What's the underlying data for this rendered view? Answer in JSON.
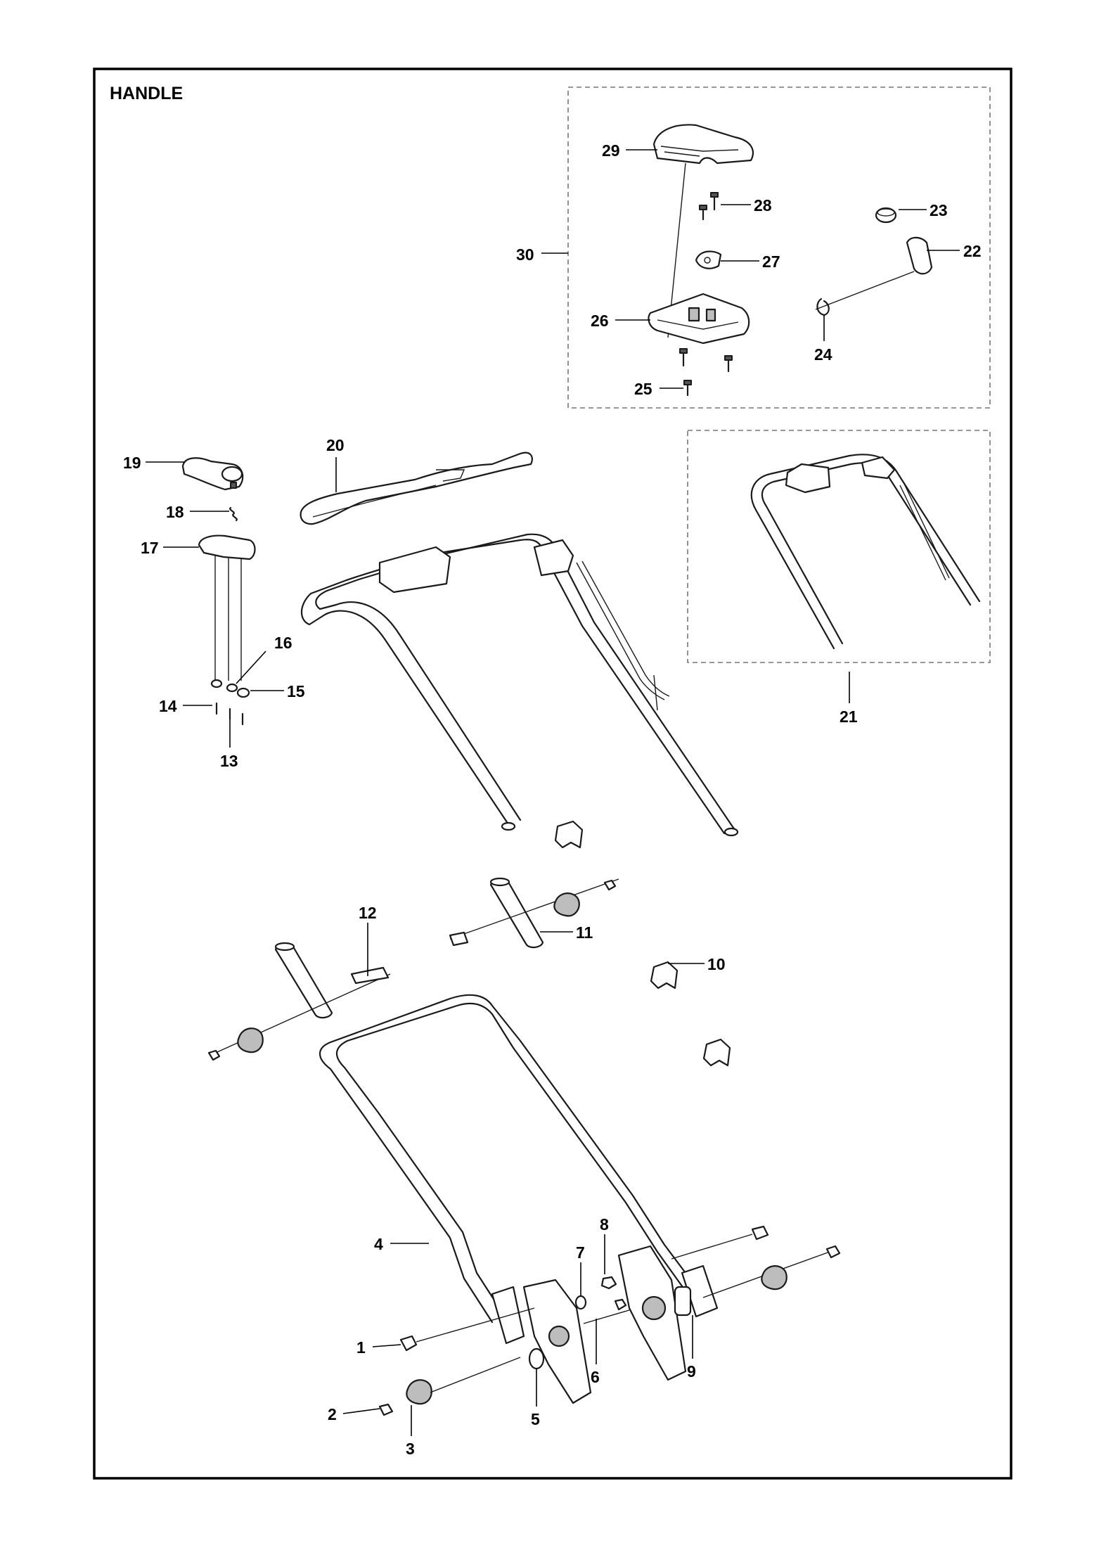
{
  "title": "HANDLE",
  "callouts": [
    {
      "id": "1",
      "text": "1"
    },
    {
      "id": "2",
      "text": "2"
    },
    {
      "id": "3",
      "text": "3"
    },
    {
      "id": "4",
      "text": "4"
    },
    {
      "id": "5",
      "text": "5"
    },
    {
      "id": "6",
      "text": "6"
    },
    {
      "id": "7",
      "text": "7"
    },
    {
      "id": "8",
      "text": "8"
    },
    {
      "id": "9",
      "text": "9"
    },
    {
      "id": "10",
      "text": "10"
    },
    {
      "id": "11",
      "text": "11"
    },
    {
      "id": "12",
      "text": "12"
    },
    {
      "id": "13",
      "text": "13"
    },
    {
      "id": "14",
      "text": "14"
    },
    {
      "id": "15",
      "text": "15"
    },
    {
      "id": "16",
      "text": "16"
    },
    {
      "id": "17",
      "text": "17"
    },
    {
      "id": "18",
      "text": "18"
    },
    {
      "id": "19",
      "text": "19"
    },
    {
      "id": "20",
      "text": "20"
    },
    {
      "id": "21",
      "text": "21"
    },
    {
      "id": "22",
      "text": "22"
    },
    {
      "id": "23",
      "text": "23"
    },
    {
      "id": "24",
      "text": "24"
    },
    {
      "id": "25",
      "text": "25"
    },
    {
      "id": "26",
      "text": "26"
    },
    {
      "id": "27",
      "text": "27"
    },
    {
      "id": "28",
      "text": "28"
    },
    {
      "id": "29",
      "text": "29"
    },
    {
      "id": "30",
      "text": "30"
    }
  ]
}
